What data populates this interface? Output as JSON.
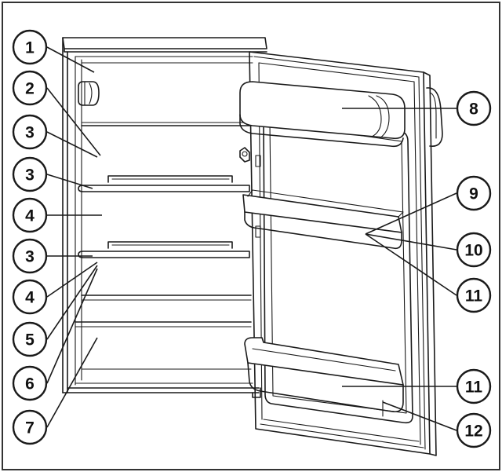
{
  "diagram": {
    "callouts": [
      {
        "id": "c1",
        "label": "1"
      },
      {
        "id": "c2",
        "label": "2"
      },
      {
        "id": "c3a",
        "label": "3"
      },
      {
        "id": "c3b",
        "label": "3"
      },
      {
        "id": "c4a",
        "label": "4"
      },
      {
        "id": "c3c",
        "label": "3"
      },
      {
        "id": "c4b",
        "label": "4"
      },
      {
        "id": "c5",
        "label": "5"
      },
      {
        "id": "c6",
        "label": "6"
      },
      {
        "id": "c7",
        "label": "7"
      },
      {
        "id": "c8",
        "label": "8"
      },
      {
        "id": "c9",
        "label": "9"
      },
      {
        "id": "c10",
        "label": "10"
      },
      {
        "id": "c11a",
        "label": "11"
      },
      {
        "id": "c11b",
        "label": "11"
      },
      {
        "id": "c12",
        "label": "12"
      }
    ],
    "colors": {
      "line": "#1a1a1a",
      "background": "#ffffff",
      "frame": "#333333"
    }
  }
}
